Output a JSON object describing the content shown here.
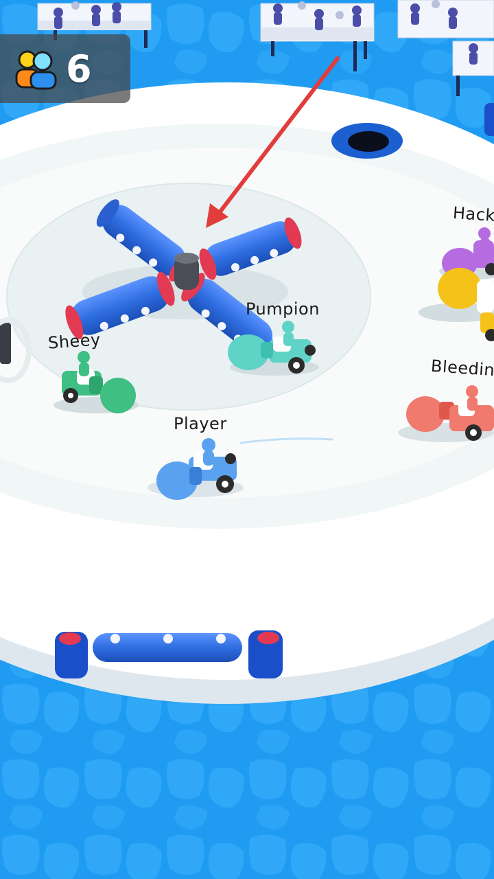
{
  "hud": {
    "player_count": "6",
    "icon": "people-icon"
  },
  "players": [
    {
      "name": "Player",
      "color": "#5aa2f0"
    },
    {
      "name": "Pumpion",
      "color": "#5fd3c6"
    },
    {
      "name": "Sheey",
      "color": "#3fbf83"
    },
    {
      "name": "Hack",
      "color": "#b66be0"
    },
    {
      "name": "Bleedin",
      "color": "#f07a6e"
    }
  ],
  "colors": {
    "water": "#1e9af0",
    "arena": "#ffffff",
    "inner_ring": "#eef4f4",
    "arrow": "#e23c3c",
    "spinner": "#2f6ee0"
  }
}
